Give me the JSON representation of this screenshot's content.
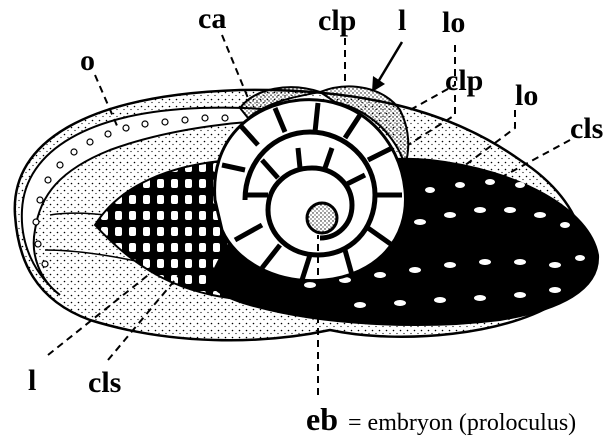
{
  "figure": {
    "labels": {
      "o": "o",
      "ca": "ca",
      "clp_top": "clp",
      "l_top": "l",
      "lo_top": "lo",
      "clp_right": "clp",
      "lo_right": "lo",
      "cls_right": "cls",
      "l_bottom": "l",
      "cls_bottom": "cls"
    },
    "caption": {
      "key": "eb",
      "text": "= embryon (proloculus)"
    }
  }
}
